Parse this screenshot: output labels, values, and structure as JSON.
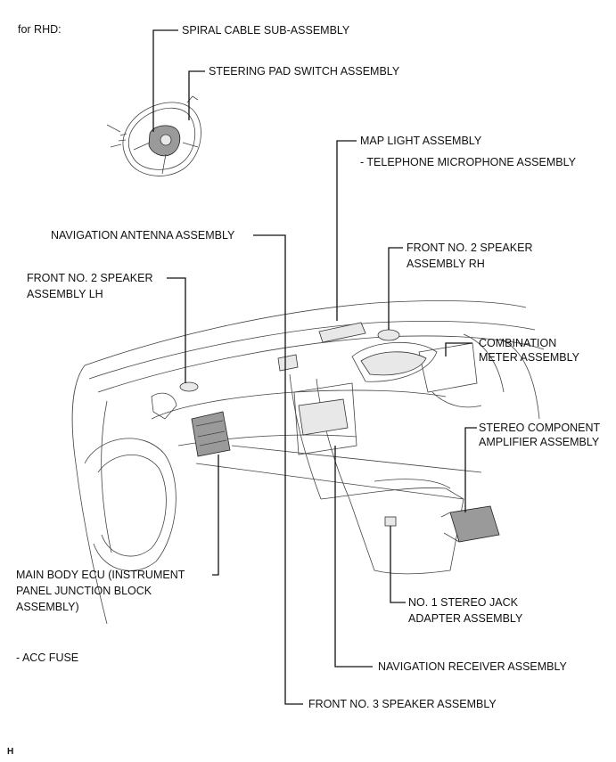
{
  "header": {
    "variant": "for RHD:"
  },
  "labels": {
    "spiral_cable": "SPIRAL CABLE SUB-ASSEMBLY",
    "steering_pad": "STEERING PAD SWITCH ASSEMBLY",
    "map_light": "MAP LIGHT ASSEMBLY",
    "telephone_mic": "- TELEPHONE MICROPHONE ASSEMBLY",
    "nav_antenna": "NAVIGATION ANTENNA ASSEMBLY",
    "front2_rh_1": "FRONT NO. 2 SPEAKER",
    "front2_rh_2": "ASSEMBLY RH",
    "front2_lh_1": "FRONT NO. 2 SPEAKER",
    "front2_lh_2": "ASSEMBLY LH",
    "combo_1": "COMBINATION",
    "combo_2": "METER ASSEMBLY",
    "stereo_amp_1": "STEREO COMPONENT",
    "stereo_amp_2": "AMPLIFIER ASSEMBLY",
    "main_ecu_1": "MAIN BODY ECU (INSTRUMENT",
    "main_ecu_2": "PANEL JUNCTION BLOCK",
    "main_ecu_3": "ASSEMBLY)",
    "jack_1": "NO. 1 STEREO JACK",
    "jack_2": "ADAPTER ASSEMBLY",
    "acc_fuse": "- ACC FUSE",
    "nav_receiver": "NAVIGATION RECEIVER ASSEMBLY",
    "front3": "FRONT NO. 3 SPEAKER ASSEMBLY"
  },
  "footer": {
    "code": "H"
  }
}
